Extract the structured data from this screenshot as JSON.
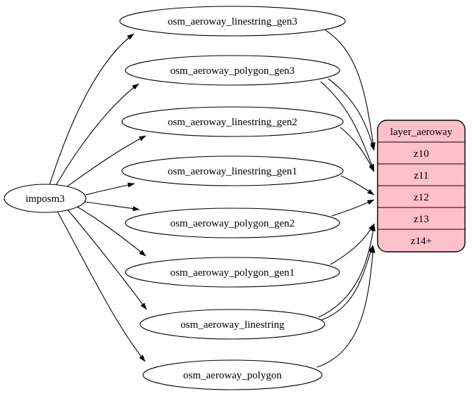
{
  "diagram": {
    "type": "etl-graph",
    "source": {
      "label": "imposm3"
    },
    "tables": [
      {
        "label": "osm_aeroway_linestring_gen3"
      },
      {
        "label": "osm_aeroway_polygon_gen3"
      },
      {
        "label": "osm_aeroway_linestring_gen2"
      },
      {
        "label": "osm_aeroway_linestring_gen1"
      },
      {
        "label": "osm_aeroway_polygon_gen2"
      },
      {
        "label": "osm_aeroway_polygon_gen1"
      },
      {
        "label": "osm_aeroway_linestring"
      },
      {
        "label": "osm_aeroway_polygon"
      }
    ],
    "layer": {
      "title": "layer_aeroway",
      "fill": "#ffc0cb",
      "rows": [
        {
          "label": "z10"
        },
        {
          "label": "z11"
        },
        {
          "label": "z12"
        },
        {
          "label": "z13"
        },
        {
          "label": "z14+"
        }
      ]
    },
    "edges": [
      {
        "from": "imposm3",
        "to": "osm_aeroway_linestring_gen3"
      },
      {
        "from": "imposm3",
        "to": "osm_aeroway_polygon_gen3"
      },
      {
        "from": "imposm3",
        "to": "osm_aeroway_linestring_gen2"
      },
      {
        "from": "imposm3",
        "to": "osm_aeroway_linestring_gen1"
      },
      {
        "from": "imposm3",
        "to": "osm_aeroway_polygon_gen2"
      },
      {
        "from": "imposm3",
        "to": "osm_aeroway_polygon_gen1"
      },
      {
        "from": "imposm3",
        "to": "osm_aeroway_linestring"
      },
      {
        "from": "imposm3",
        "to": "osm_aeroway_polygon"
      },
      {
        "from": "osm_aeroway_linestring_gen3",
        "to": "layer_aeroway:z10"
      },
      {
        "from": "osm_aeroway_polygon_gen3",
        "to": "layer_aeroway:z10"
      },
      {
        "from": "osm_aeroway_polygon_gen3",
        "to": "layer_aeroway:z11"
      },
      {
        "from": "osm_aeroway_linestring_gen2",
        "to": "layer_aeroway:z11"
      },
      {
        "from": "osm_aeroway_linestring_gen1",
        "to": "layer_aeroway:z12"
      },
      {
        "from": "osm_aeroway_polygon_gen2",
        "to": "layer_aeroway:z12"
      },
      {
        "from": "osm_aeroway_polygon_gen1",
        "to": "layer_aeroway:z13"
      },
      {
        "from": "osm_aeroway_linestring",
        "to": "layer_aeroway:z13"
      },
      {
        "from": "osm_aeroway_linestring",
        "to": "layer_aeroway:z14+"
      },
      {
        "from": "osm_aeroway_polygon",
        "to": "layer_aeroway:z14+"
      }
    ],
    "colors": {
      "background": "#ffffff",
      "node_fill": "#ffffff",
      "layer_fill": "#ffc0cb",
      "stroke": "#000000",
      "text": "#000000"
    }
  }
}
